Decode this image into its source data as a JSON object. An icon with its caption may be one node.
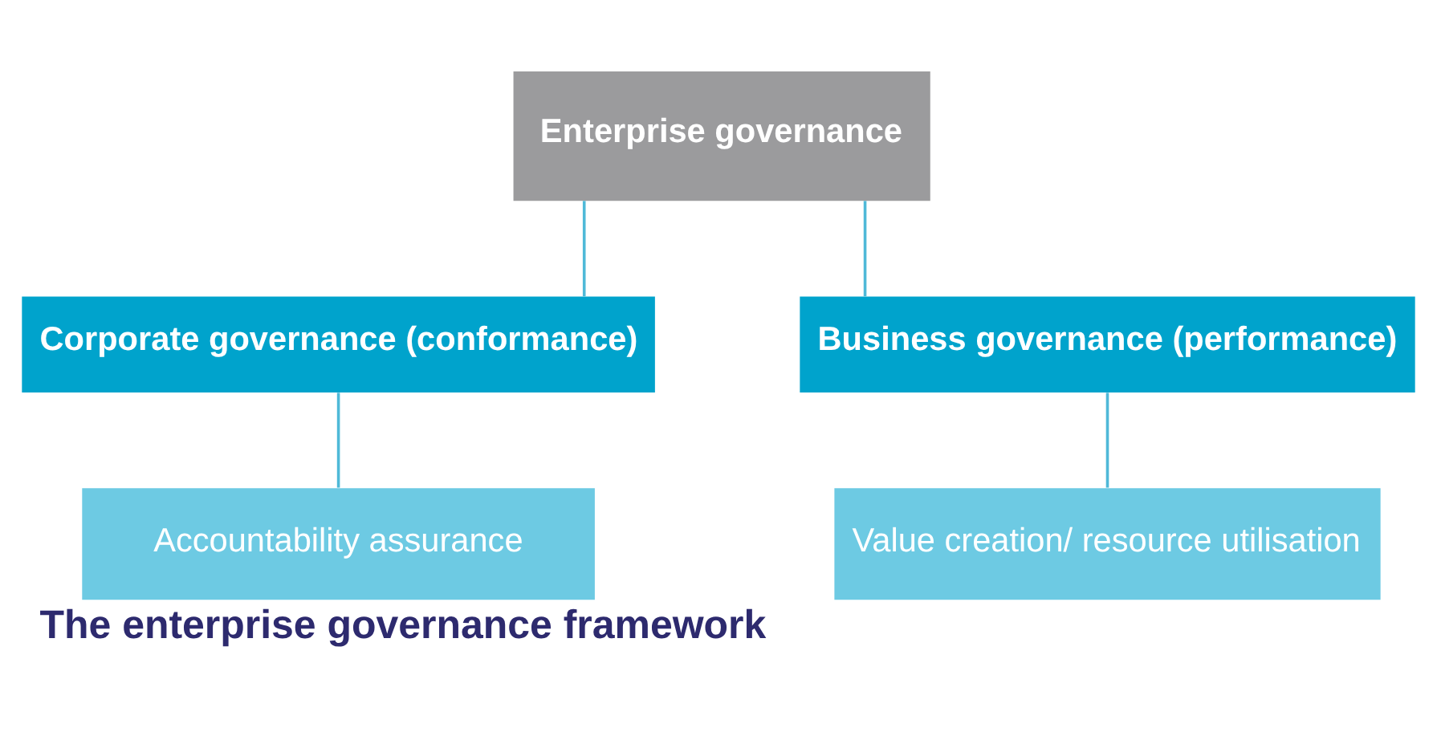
{
  "diagram": {
    "caption": "The enterprise governance framework",
    "nodes": [
      {
        "text": [
          "Enterprise governance"
        ]
      },
      {
        "text": [
          "Corporate governance (conformance)"
        ]
      },
      {
        "text": [
          "Business governance (performance)"
        ]
      },
      {
        "text": [
          "Accountability assurance"
        ]
      },
      {
        "text": [
          "Value creation/ resource utilisation"
        ]
      }
    ],
    "edges": [
      {
        "from": 0,
        "to": 1,
        "arrow": "none"
      },
      {
        "from": 0,
        "to": 2,
        "arrow": "none"
      },
      {
        "from": 1,
        "to": 3,
        "arrow": "none"
      },
      {
        "from": 2,
        "to": 4,
        "arrow": "none"
      }
    ]
  }
}
